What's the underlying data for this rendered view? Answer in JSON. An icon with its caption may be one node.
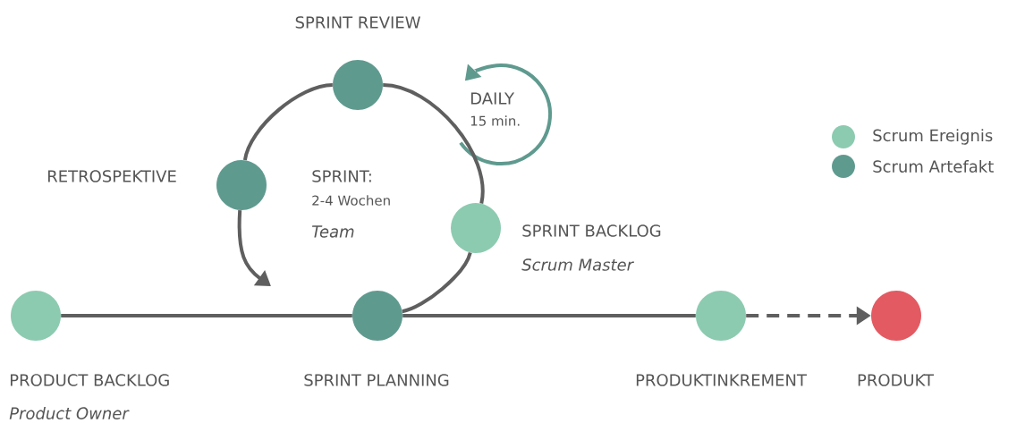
{
  "diagram": {
    "nodes": [
      {
        "text": [
          "SPRINT REVIEW"
        ]
      },
      {
        "text": [
          "RETROSPEKTIVE"
        ]
      },
      {
        "text": [
          "SPRINT BACKLOG",
          "Scrum Master"
        ]
      },
      {
        "text": [
          "PRODUCT BACKLOG",
          "Product Owner"
        ]
      },
      {
        "text": [
          "SPRINT PLANNING"
        ]
      },
      {
        "text": [
          "PRODUKTINKREMENT"
        ]
      },
      {
        "text": [
          "PRODUKT"
        ]
      }
    ],
    "edges": [
      {
        "from": 4,
        "to": 2,
        "arrow": "none"
      },
      {
        "from": 2,
        "to": 0,
        "arrow": "none"
      },
      {
        "from": 0,
        "to": 1,
        "arrow": "none"
      },
      {
        "from": 1,
        "to": null,
        "arrow": "to"
      },
      {
        "from": 3,
        "to": 4,
        "arrow": "none"
      },
      {
        "from": 4,
        "to": 5,
        "arrow": "none"
      },
      {
        "from": 5,
        "to": 6,
        "arrow": "to",
        "style": "dashed"
      }
    ],
    "labels": [
      "DAILY",
      "15 min.",
      "SPRINT:",
      "2-4 Wochen",
      "Team"
    ],
    "legend": [
      {
        "text": "Scrum Ereignis",
        "color": "#8ccbb0"
      },
      {
        "text": "Scrum Artefakt",
        "color": "#5f9a8f"
      }
    ]
  }
}
